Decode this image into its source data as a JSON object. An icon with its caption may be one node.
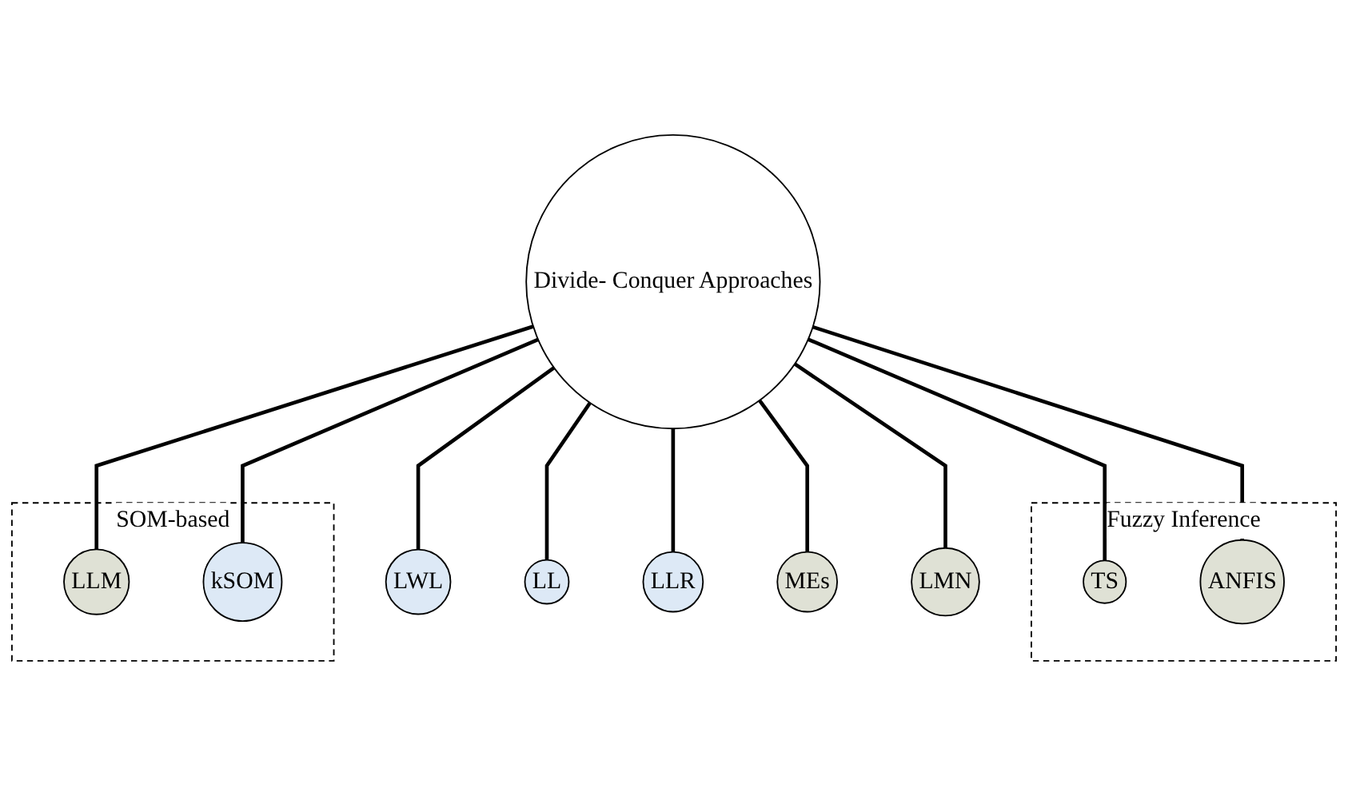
{
  "diagram": {
    "nodes": [
      {
        "text": [
          "Fuzzy Inference"
        ]
      },
      {
        "text": [
          "TS"
        ],
        "in": 0
      },
      {
        "text": [
          "ANFIS"
        ],
        "in": 0
      },
      {
        "text": [
          "Divide- Conquer Approaches"
        ]
      },
      {
        "text": [
          "LWL"
        ]
      },
      {
        "text": [
          "LL"
        ]
      },
      {
        "text": [
          "LLR"
        ]
      },
      {
        "text": [
          "SOM-based"
        ]
      },
      {
        "text": [
          "LLM"
        ],
        "in": 7
      },
      {
        "text": [
          "kSOM"
        ],
        "in": 7
      },
      {
        "text": [
          "MEs"
        ]
      },
      {
        "text": [
          "LMN"
        ]
      }
    ],
    "edges": [
      {
        "from": 3,
        "to": 1,
        "arrow": "none"
      },
      {
        "from": 3,
        "to": 2,
        "arrow": "none"
      },
      {
        "from": 3,
        "to": 10,
        "arrow": "none"
      },
      {
        "from": 3,
        "to": 11,
        "arrow": "none"
      },
      {
        "from": 3,
        "to": 8,
        "arrow": "none"
      },
      {
        "from": 3,
        "to": 9,
        "arrow": "none"
      },
      {
        "from": 3,
        "to": 6,
        "arrow": "none"
      },
      {
        "from": 3,
        "to": 5,
        "arrow": "none"
      },
      {
        "from": 3,
        "to": 4,
        "arrow": "none"
      }
    ]
  }
}
